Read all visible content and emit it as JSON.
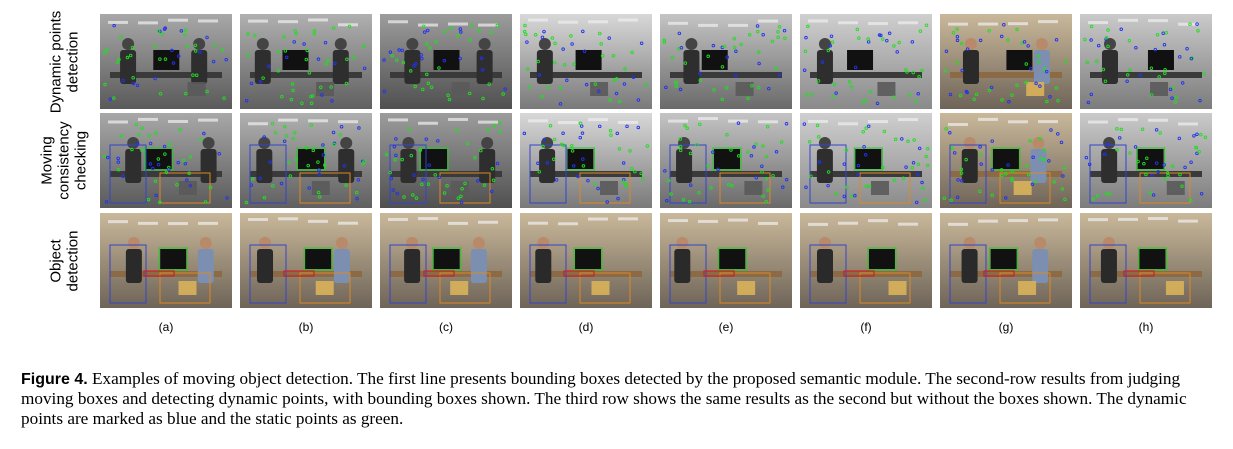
{
  "figure": {
    "row_labels": [
      "Dynamic points\ndetection",
      "Moving\nconsistency\nchecking",
      "Object\ndetection"
    ],
    "column_labels": [
      "(a)",
      "(b)",
      "(c)",
      "(d)",
      "(e)",
      "(f)",
      "(g)",
      "(h)"
    ],
    "marker_colors": {
      "dynamic_points": "#2233ee",
      "static_points": "#22dd22",
      "person_box": "#3344cc",
      "object_box": "#dd8822",
      "monitor_box": "#22cc22",
      "keyboard_box": "#cc2222"
    }
  },
  "caption": {
    "lead": "Figure 4.",
    "text": "Examples of moving object detection. The first line presents bounding boxes detected by the proposed semantic module. The second-row results from judging moving boxes and detecting dynamic points, with bounding boxes shown. The third row shows the same results as the second but without the boxes shown. The dynamic points are marked as blue and the static points as green."
  }
}
